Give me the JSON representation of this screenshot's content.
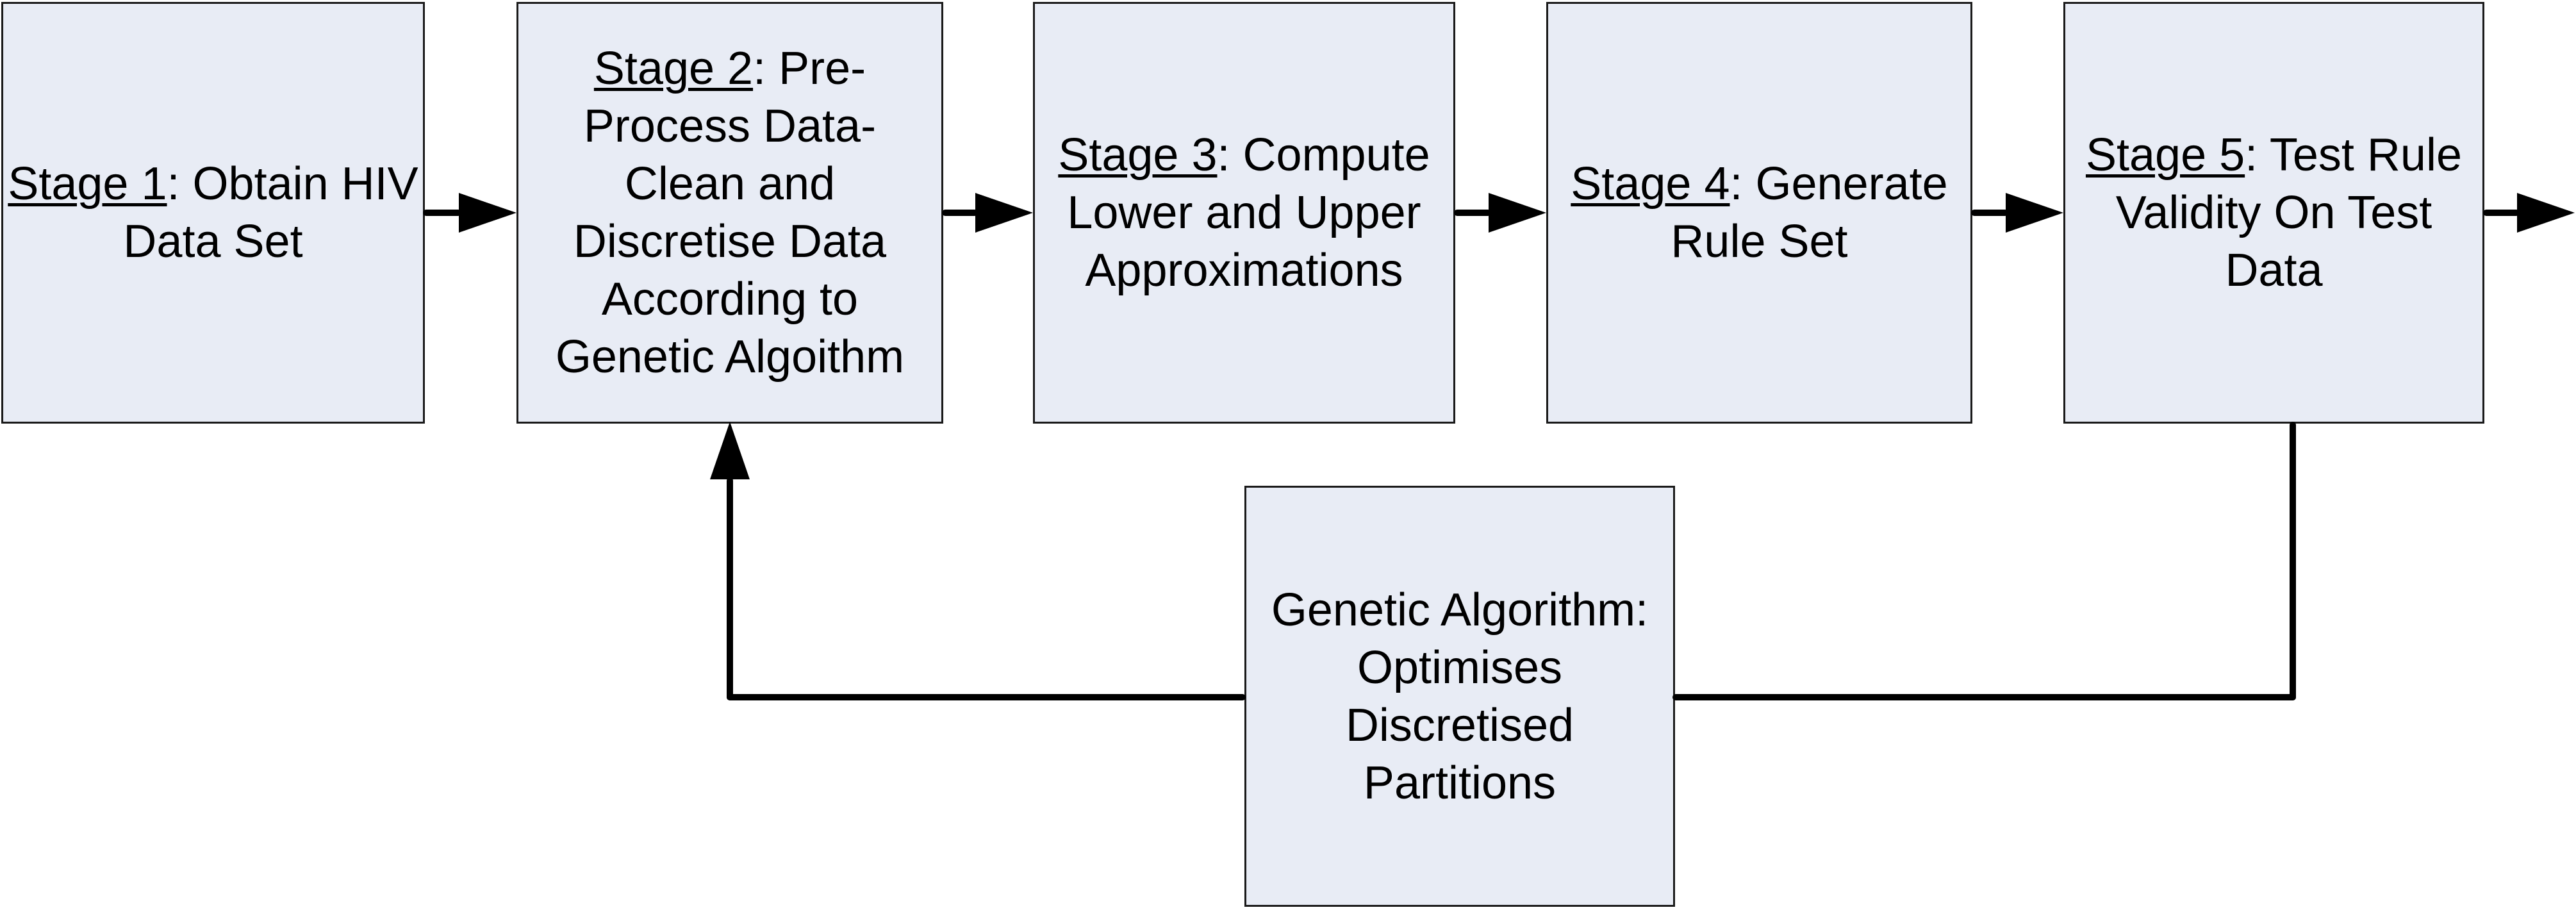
{
  "colors": {
    "box_fill": "#e8ecf5",
    "box_border": "#1a1a1a",
    "arrow": "#000000",
    "text": "#000000",
    "background": "#ffffff"
  },
  "boxes": [
    {
      "id": "stage-1",
      "label": "Stage 1: Obtain HIV Data Set",
      "lines": [
        {
          "segments": [
            {
              "text": "Stage 1",
              "underline": true
            },
            {
              "text": ": Obtain HIV",
              "underline": false
            }
          ]
        },
        {
          "segments": [
            {
              "text": "Data Set",
              "underline": false
            }
          ]
        }
      ]
    },
    {
      "id": "stage-2",
      "label": "Stage 2: Pre-Process Data-Clean and Discretise Data According to Genetic Algoithm",
      "lines": [
        {
          "segments": [
            {
              "text": "Stage 2",
              "underline": true
            },
            {
              "text": ": Pre-",
              "underline": false
            }
          ]
        },
        {
          "segments": [
            {
              "text": "Process Data-",
              "underline": false
            }
          ]
        },
        {
          "segments": [
            {
              "text": "Clean and",
              "underline": false
            }
          ]
        },
        {
          "segments": [
            {
              "text": "Discretise Data",
              "underline": false
            }
          ]
        },
        {
          "segments": [
            {
              "text": "According to",
              "underline": false
            }
          ]
        },
        {
          "segments": [
            {
              "text": "Genetic Algoithm",
              "underline": false
            }
          ]
        }
      ]
    },
    {
      "id": "stage-3",
      "label": "Stage 3: Compute Lower and Upper Approximations",
      "lines": [
        {
          "segments": [
            {
              "text": "Stage 3",
              "underline": true
            },
            {
              "text": ": Compute",
              "underline": false
            }
          ]
        },
        {
          "segments": [
            {
              "text": "Lower and Upper",
              "underline": false
            }
          ]
        },
        {
          "segments": [
            {
              "text": "Approximations",
              "underline": false
            }
          ]
        }
      ]
    },
    {
      "id": "stage-4",
      "label": "Stage 4: Generate Rule Set",
      "lines": [
        {
          "segments": [
            {
              "text": "Stage 4",
              "underline": true
            },
            {
              "text": ": Generate",
              "underline": false
            }
          ]
        },
        {
          "segments": [
            {
              "text": "Rule Set",
              "underline": false
            }
          ]
        }
      ]
    },
    {
      "id": "stage-5",
      "label": "Stage 5: Test Rule Validity On Test Data",
      "lines": [
        {
          "segments": [
            {
              "text": "Stage 5",
              "underline": true
            },
            {
              "text": ": Test Rule",
              "underline": false
            }
          ]
        },
        {
          "segments": [
            {
              "text": "Validity On Test",
              "underline": false
            }
          ]
        },
        {
          "segments": [
            {
              "text": "Data",
              "underline": false
            }
          ]
        }
      ]
    },
    {
      "id": "genetic-algorithm",
      "label": "Genetic Algorithm: Optimises Discretised Partitions",
      "lines": [
        {
          "segments": [
            {
              "text": "Genetic Algorithm:",
              "underline": false
            }
          ]
        },
        {
          "segments": [
            {
              "text": "Optimises",
              "underline": false
            }
          ]
        },
        {
          "segments": [
            {
              "text": "Discretised",
              "underline": false
            }
          ]
        },
        {
          "segments": [
            {
              "text": "Partitions",
              "underline": false
            }
          ]
        }
      ]
    }
  ]
}
